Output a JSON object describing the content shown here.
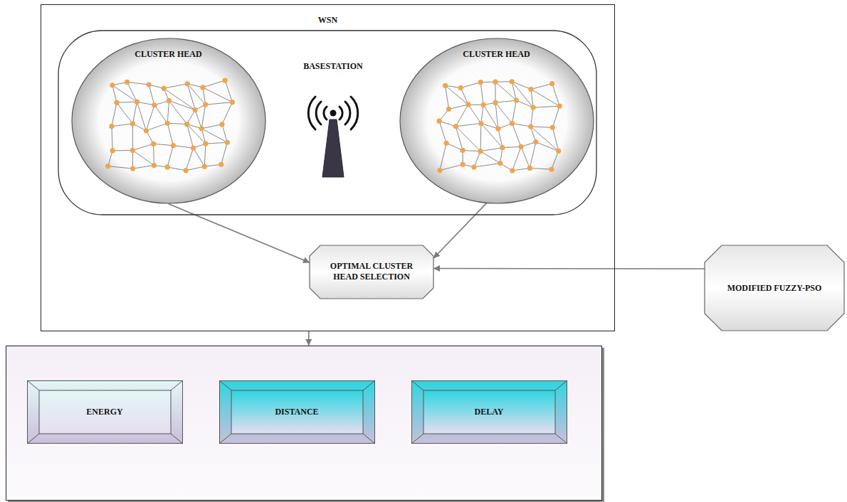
{
  "diagram": {
    "nodes": [
      {
        "text": [
          "WSN"
        ]
      },
      {
        "text": [
          "CLUSTER HEAD"
        ],
        "in": 0
      },
      {
        "text": [
          "CLUSTER HEAD"
        ],
        "in": 0
      },
      {
        "text": [
          "OPTIMAL CLUSTER HEAD SELECTION"
        ],
        "in": 0
      },
      {
        "text": [
          "MODIFIED FUZZY-PSO"
        ]
      },
      {
        "text": []
      },
      {
        "text": [
          "ENERGY"
        ],
        "in": 5
      },
      {
        "text": [
          "DISTANCE"
        ],
        "in": 5
      },
      {
        "text": [
          "DELAY"
        ],
        "in": 5
      }
    ],
    "edges": [
      {
        "from": 1,
        "to": 3,
        "arrow": "to"
      },
      {
        "from": 2,
        "to": 3,
        "arrow": "to"
      },
      {
        "from": 4,
        "to": 3,
        "arrow": "to"
      },
      {
        "from": 0,
        "to": 5,
        "arrow": "to"
      }
    ],
    "labels": [
      "BASESTATION"
    ]
  }
}
